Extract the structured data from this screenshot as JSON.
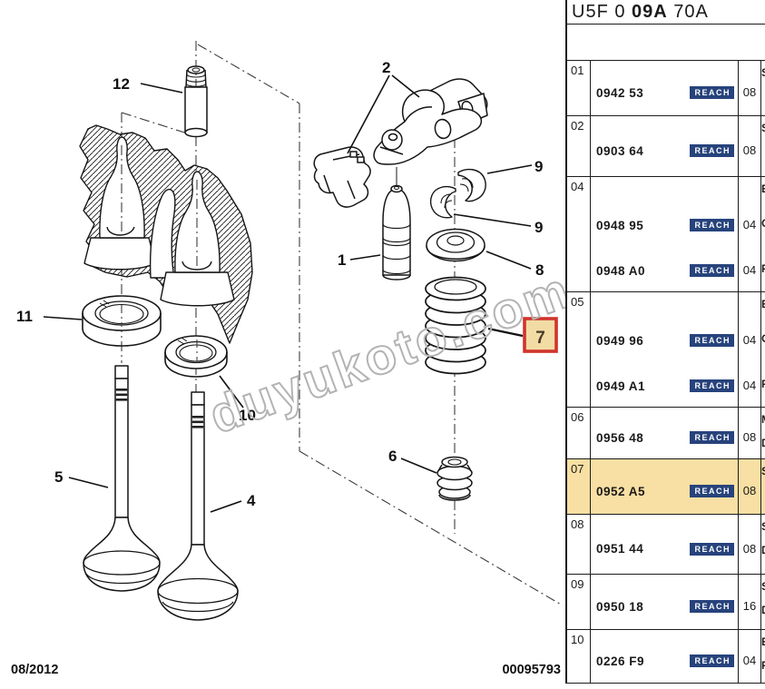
{
  "header": {
    "model_prefix": "U5F 0 ",
    "model_bold": "09A",
    "model_suffix": " 70A"
  },
  "table": {
    "rows": [
      {
        "num": "01",
        "highlight": false,
        "parts": [
          {
            "code": "0942 53",
            "badge": "REACH",
            "qty": "08"
          }
        ],
        "desc_fragments": [
          "S"
        ]
      },
      {
        "num": "02",
        "highlight": false,
        "parts": [
          {
            "code": "0903 64",
            "badge": "REACH",
            "qty": "08"
          }
        ],
        "desc_fragments": [
          "S"
        ]
      },
      {
        "num": "04",
        "highlight": false,
        "parts": [
          {
            "code": "0948 95",
            "badge": "REACH",
            "qty": "04"
          },
          {
            "code": "0948 A0",
            "badge": "REACH",
            "qty": "04"
          }
        ],
        "desc_fragments": [
          "E",
          "C",
          "F"
        ]
      },
      {
        "num": "05",
        "highlight": false,
        "parts": [
          {
            "code": "0949 96",
            "badge": "REACH",
            "qty": "04"
          },
          {
            "code": "0949 A1",
            "badge": "REACH",
            "qty": "04"
          }
        ],
        "desc_fragments": [
          "E",
          "C",
          "F"
        ]
      },
      {
        "num": "06",
        "highlight": false,
        "parts": [
          {
            "code": "0956 48",
            "badge": "REACH",
            "qty": "08"
          }
        ],
        "desc_fragments": [
          "M",
          "D"
        ]
      },
      {
        "num": "07",
        "highlight": true,
        "parts": [
          {
            "code": "0952 A5",
            "badge": "REACH",
            "qty": "08"
          }
        ],
        "desc_fragments": [
          "S"
        ]
      },
      {
        "num": "08",
        "highlight": false,
        "parts": [
          {
            "code": "0951 44",
            "badge": "REACH",
            "qty": "08"
          }
        ],
        "desc_fragments": [
          "S",
          "D"
        ]
      },
      {
        "num": "09",
        "highlight": false,
        "parts": [
          {
            "code": "0950 18",
            "badge": "REACH",
            "qty": "16"
          }
        ],
        "desc_fragments": [
          "S",
          "D"
        ]
      },
      {
        "num": "10",
        "highlight": false,
        "parts": [
          {
            "code": "0226 F9",
            "badge": "REACH",
            "qty": "04"
          }
        ],
        "desc_fragments": [
          "E",
          "F"
        ]
      }
    ]
  },
  "diagram": {
    "watermark": "duyukoto.com",
    "highlighted_callout": "7",
    "callouts": {
      "c1": "1",
      "c2": "2",
      "c4": "4",
      "c5": "5",
      "c6": "6",
      "c7": "7",
      "c8": "8",
      "c9a": "9",
      "c9b": "9",
      "c10": "10",
      "c11": "11",
      "c12": "12"
    }
  },
  "footer": {
    "date": "08/2012",
    "doc_number": "00095793"
  },
  "colors": {
    "highlight": "#F8DFA3",
    "badge": "#27437C",
    "callout_box_border": "#D0342C",
    "callout_box_fill": "#F2DCA4"
  }
}
